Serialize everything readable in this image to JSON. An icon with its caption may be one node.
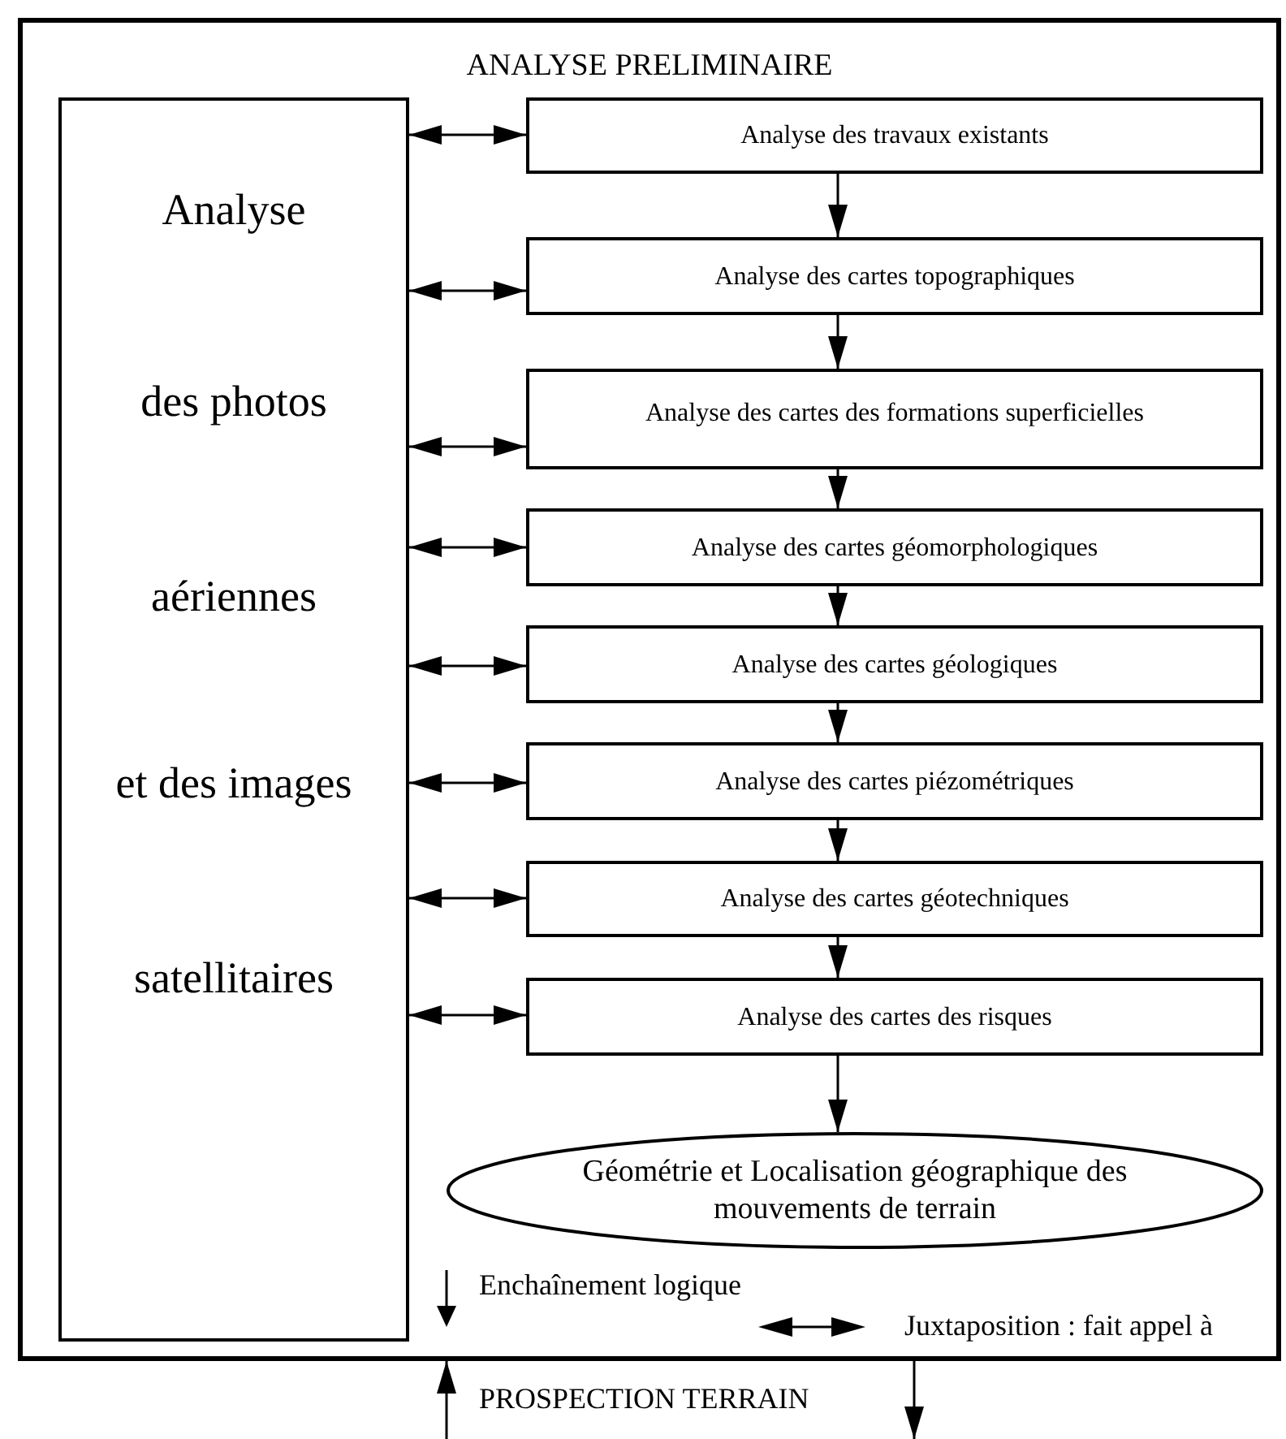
{
  "diagram": {
    "nodes": [
      {
        "text": [
          "ANALYSE PRELIMINAIRE"
        ]
      },
      {
        "text": [
          "Analyse",
          "des photos",
          "aériennes",
          "et des images",
          "satellitaires"
        ],
        "in": 0
      },
      {
        "text": [
          "Analyse des travaux existants"
        ],
        "in": 0
      },
      {
        "text": [
          "Analyse des cartes topographiques"
        ],
        "in": 0
      },
      {
        "text": [
          "Analyse des cartes des formations superficielles"
        ],
        "in": 0
      },
      {
        "text": [
          "Analyse des cartes géomorphologiques"
        ],
        "in": 0
      },
      {
        "text": [
          "Analyse des cartes géologiques"
        ],
        "in": 0
      },
      {
        "text": [
          "Analyse des cartes piézométriques"
        ],
        "in": 0
      },
      {
        "text": [
          "Analyse des cartes géotechniques"
        ],
        "in": 0
      },
      {
        "text": [
          "Analyse des cartes des risques"
        ],
        "in": 0
      },
      {
        "text": [
          "Géométrie et Localisation géographique des mouvements de terrain"
        ],
        "in": 0
      }
    ],
    "edges": [
      {
        "from": 1,
        "to": 2,
        "arrow": "both"
      },
      {
        "from": 1,
        "to": 3,
        "arrow": "both"
      },
      {
        "from": 1,
        "to": 4,
        "arrow": "both"
      },
      {
        "from": 1,
        "to": 5,
        "arrow": "both"
      },
      {
        "from": 1,
        "to": 6,
        "arrow": "both"
      },
      {
        "from": 1,
        "to": 7,
        "arrow": "both"
      },
      {
        "from": 1,
        "to": 8,
        "arrow": "both"
      },
      {
        "from": 1,
        "to": 9,
        "arrow": "both"
      },
      {
        "from": 2,
        "to": 3,
        "arrow": "to"
      },
      {
        "from": 3,
        "to": 4,
        "arrow": "to"
      },
      {
        "from": 4,
        "to": 5,
        "arrow": "to"
      },
      {
        "from": 5,
        "to": 6,
        "arrow": "to"
      },
      {
        "from": 6,
        "to": 7,
        "arrow": "to"
      },
      {
        "from": 7,
        "to": 8,
        "arrow": "to"
      },
      {
        "from": 8,
        "to": 9,
        "arrow": "to"
      },
      {
        "from": 9,
        "to": 10,
        "arrow": "to"
      },
      {
        "from": null,
        "to": 0,
        "arrow": "to"
      },
      {
        "from": 0,
        "to": null,
        "arrow": "to"
      }
    ],
    "labels": [
      "PROSPECTION TERRAIN"
    ],
    "legend": [
      {
        "text": "Enchaînement logique"
      },
      {
        "text": "Juxtaposition : fait appel à"
      }
    ]
  }
}
